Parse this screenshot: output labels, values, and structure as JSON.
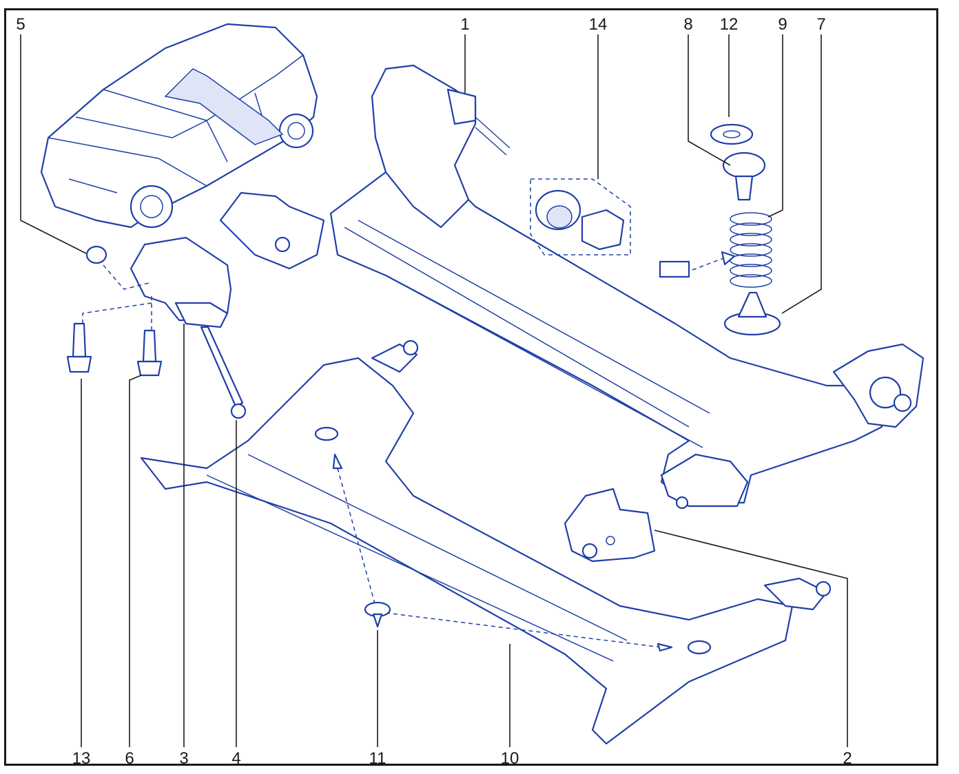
{
  "callouts": {
    "c1": "1",
    "c2": "2",
    "c3": "3",
    "c4": "4",
    "c5": "5",
    "c6": "6",
    "c7": "7",
    "c8": "8",
    "c9": "9",
    "c10": "10",
    "c11": "11",
    "c12": "12",
    "c13": "13",
    "c14": "14"
  },
  "colors": {
    "line_art": "#1f3fa8",
    "frame": "#1a1a1a",
    "background": "#ffffff"
  }
}
